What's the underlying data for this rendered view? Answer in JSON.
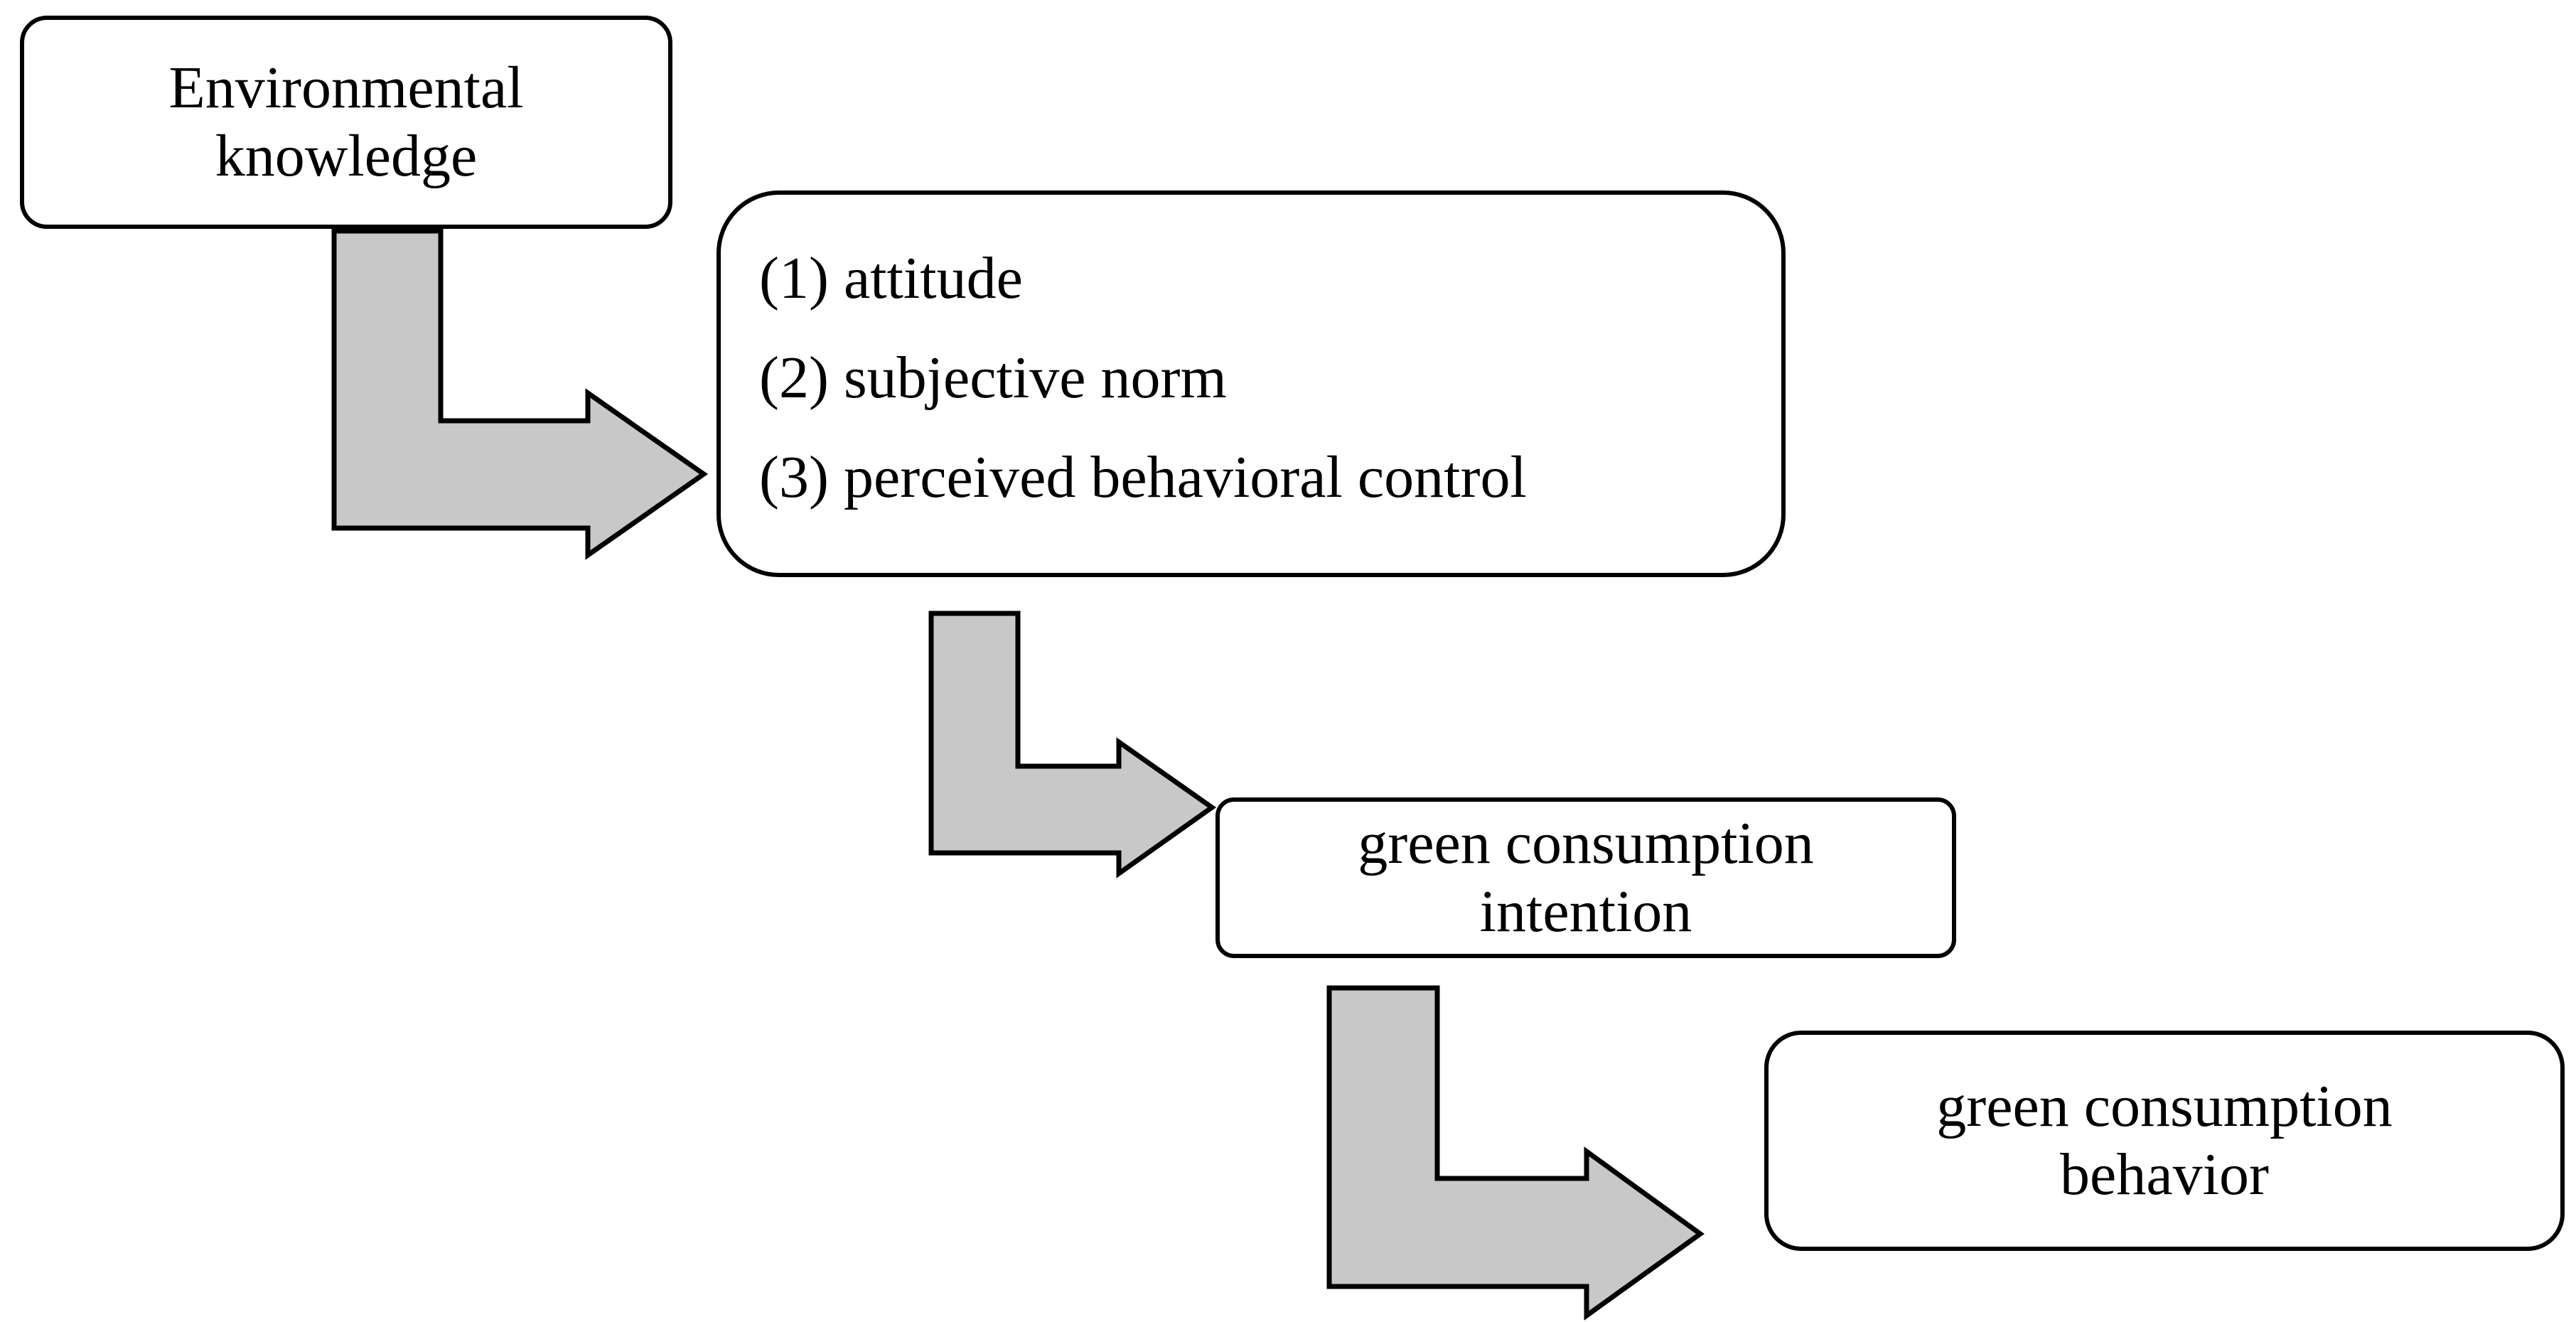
{
  "diagram": {
    "nodes": [
      {
        "id": "environmental-knowledge",
        "lines": [
          "Environmental",
          "knowledge"
        ]
      },
      {
        "id": "tpb-determinants",
        "items": [
          "(1) attitude",
          "(2) subjective norm",
          "(3) perceived behavioral control"
        ]
      },
      {
        "id": "green-consumption-intention",
        "lines": [
          "green consumption",
          "intention"
        ]
      },
      {
        "id": "green-consumption-behavior",
        "lines": [
          "green consumption",
          "behavior"
        ]
      }
    ],
    "edges": [
      {
        "from": "environmental-knowledge",
        "to": "tpb-determinants"
      },
      {
        "from": "tpb-determinants",
        "to": "green-consumption-intention"
      },
      {
        "from": "green-consumption-intention",
        "to": "green-consumption-behavior"
      }
    ],
    "colors": {
      "arrow_fill": "#c8c8c8",
      "outline": "#000000",
      "box_fill": "#ffffff"
    }
  }
}
